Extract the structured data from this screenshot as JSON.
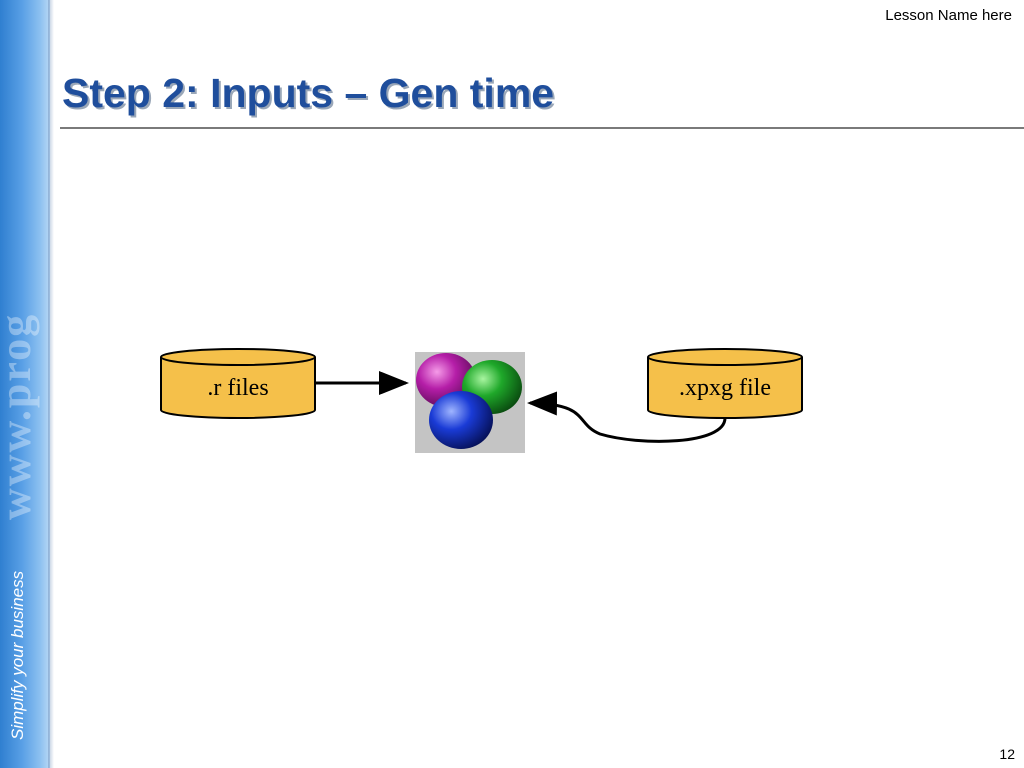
{
  "sidebar": {
    "tagline": "Simplify your business"
  },
  "header": {
    "lesson_label": "Lesson Name here"
  },
  "slide": {
    "title": "Step 2: Inputs – Gen time",
    "page_number": "12"
  },
  "diagram": {
    "nodes": [
      {
        "id": "r-files",
        "label": ".r files",
        "shape": "cylinder",
        "fill": "#f5c04a"
      },
      {
        "id": "generator",
        "label": "",
        "shape": "icon",
        "icon": "three-spheres-icon"
      },
      {
        "id": "xpxg-file",
        "label": ".xpxg file",
        "shape": "cylinder",
        "fill": "#f5c04a"
      }
    ],
    "edges": [
      {
        "from": "r-files",
        "to": "generator"
      },
      {
        "from": "xpxg-file",
        "to": "generator"
      }
    ]
  },
  "colors": {
    "title": "#1f4e9c",
    "cylinder_fill": "#f5c04a",
    "sidebar": "#2f7fd0"
  }
}
